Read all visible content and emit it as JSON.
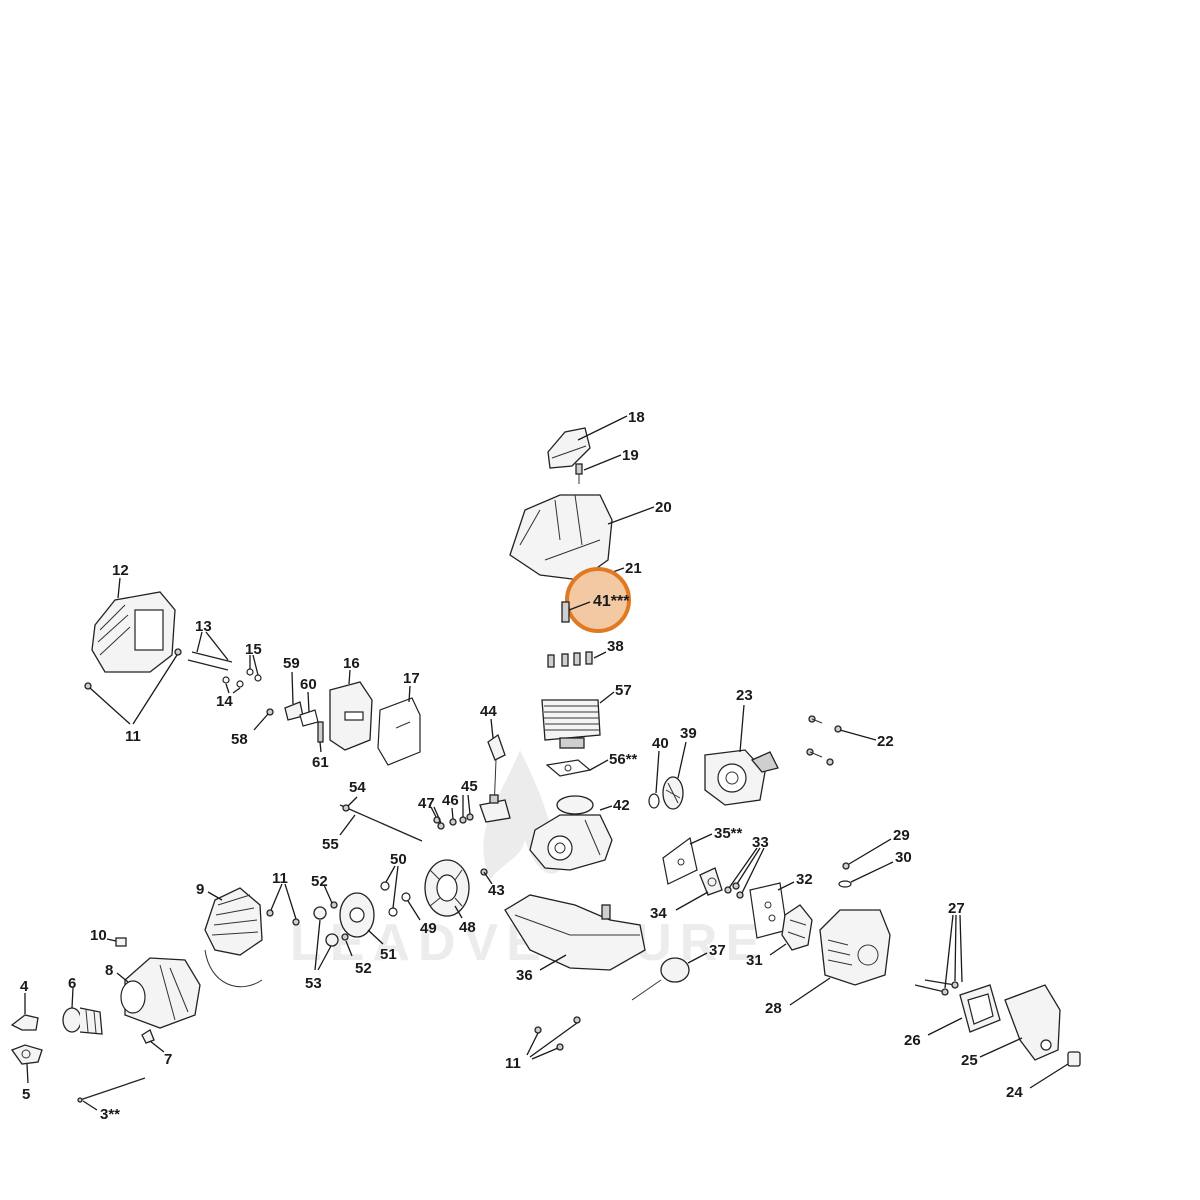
{
  "watermark": "LEADVENTURE",
  "highlight": {
    "label": "41***",
    "fill": "#f2c9a3",
    "stroke": "#e07a22"
  },
  "labels": {
    "p3": "3**",
    "p4": "4",
    "p5": "5",
    "p6": "6",
    "p7": "7",
    "p8": "8",
    "p9": "9",
    "p10": "10",
    "p11a": "11",
    "p11b": "11",
    "p11c": "11",
    "p12": "12",
    "p13": "13",
    "p14": "14",
    "p15": "15",
    "p16": "16",
    "p17": "17",
    "p18": "18",
    "p19": "19",
    "p20": "20",
    "p21": "21",
    "p22": "22",
    "p23": "23",
    "p24": "24",
    "p25": "25",
    "p26": "26",
    "p27": "27",
    "p28": "28",
    "p29": "29",
    "p30": "30",
    "p31": "31",
    "p32": "32",
    "p33": "33",
    "p34": "34",
    "p35": "35**",
    "p36": "36",
    "p37": "37",
    "p38": "38",
    "p39": "39",
    "p40": "40",
    "p42": "42",
    "p43": "43",
    "p44": "44",
    "p45": "45",
    "p46": "46",
    "p47": "47",
    "p48": "48",
    "p49": "49",
    "p50": "50",
    "p51": "51",
    "p52a": "52",
    "p52b": "52",
    "p53": "53",
    "p54": "54",
    "p55": "55",
    "p56": "56**",
    "p57": "57",
    "p58": "58",
    "p59": "59",
    "p60": "60",
    "p61": "61"
  }
}
